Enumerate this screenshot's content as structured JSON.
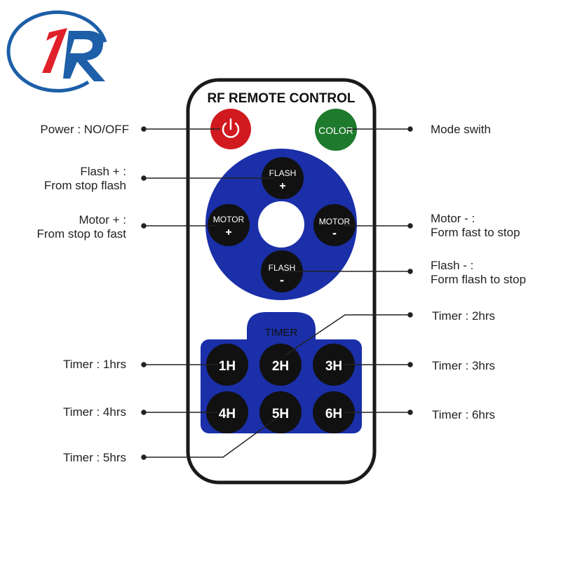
{
  "remote": {
    "title": "RF REMOTE CONTROL",
    "color_button": "COLOR",
    "flash_plus": {
      "line1": "FLASH",
      "line2": "+"
    },
    "flash_minus": {
      "line1": "FLASH",
      "line2": "-"
    },
    "motor_plus": {
      "line1": "MOTOR",
      "line2": "+"
    },
    "motor_minus": {
      "line1": "MOTOR",
      "line2": "-"
    },
    "timer_title": "TIMER",
    "timers": [
      "1H",
      "2H",
      "3H",
      "4H",
      "5H",
      "6H"
    ]
  },
  "callouts": {
    "power": {
      "line1": "Power : NO/OFF"
    },
    "mode": {
      "line1": "Mode swith"
    },
    "flash_plus": {
      "line1": "Flash + :",
      "line2": "From stop flash"
    },
    "motor_plus": {
      "line1": "Motor + :",
      "line2": "From stop to fast"
    },
    "motor_minus": {
      "line1": "Motor - :",
      "line2": "Form fast to stop"
    },
    "flash_minus": {
      "line1": "Flash - :",
      "line2": "Form flash to stop"
    },
    "timer1": {
      "line1": "Timer : 1hrs"
    },
    "timer2": {
      "line1": "Timer : 2hrs"
    },
    "timer3": {
      "line1": "Timer : 3hrs"
    },
    "timer4": {
      "line1": "Timer : 4hrs"
    },
    "timer5": {
      "line1": "Timer : 5hrs"
    },
    "timer6": {
      "line1": "Timer : 6hrs"
    }
  },
  "colors": {
    "panel_blue": "#1a2fa8",
    "power_red": "#d11a1f",
    "color_green": "#1e7a2c",
    "button_black": "#111111",
    "logo_blue": "#1d5fa8",
    "logo_red": "#e0202a"
  },
  "icons": {
    "power": "power-icon",
    "logo": "brand-logo"
  }
}
